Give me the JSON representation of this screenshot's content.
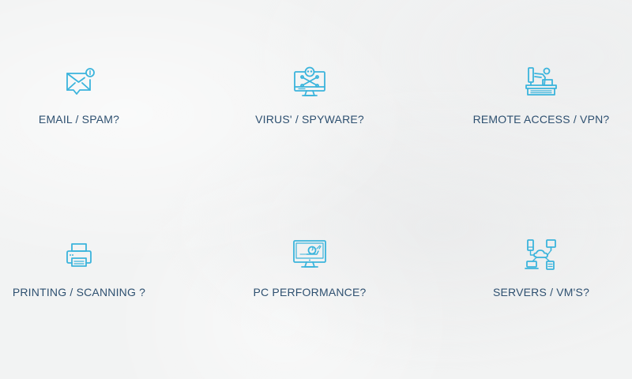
{
  "theme": {
    "background": "#f2f3f3",
    "label_color": "#2e5070",
    "icon_color": "#3bb4dc"
  },
  "services": [
    {
      "label": "EMAIL / SPAM?",
      "icon": "envelope-notification-icon"
    },
    {
      "label": "VIRUS' / SPYWARE?",
      "icon": "monitor-skull-crossbones-icon"
    },
    {
      "label": "REMOTE ACCESS / VPN?",
      "icon": "person-at-desk-icon"
    },
    {
      "label": "PRINTING / SCANNING ?",
      "icon": "printer-icon"
    },
    {
      "label": "PC PERFORMANCE?",
      "icon": "monitor-snail-icon"
    },
    {
      "label": "SERVERS / VM'S?",
      "icon": "cloud-network-devices-icon"
    }
  ]
}
